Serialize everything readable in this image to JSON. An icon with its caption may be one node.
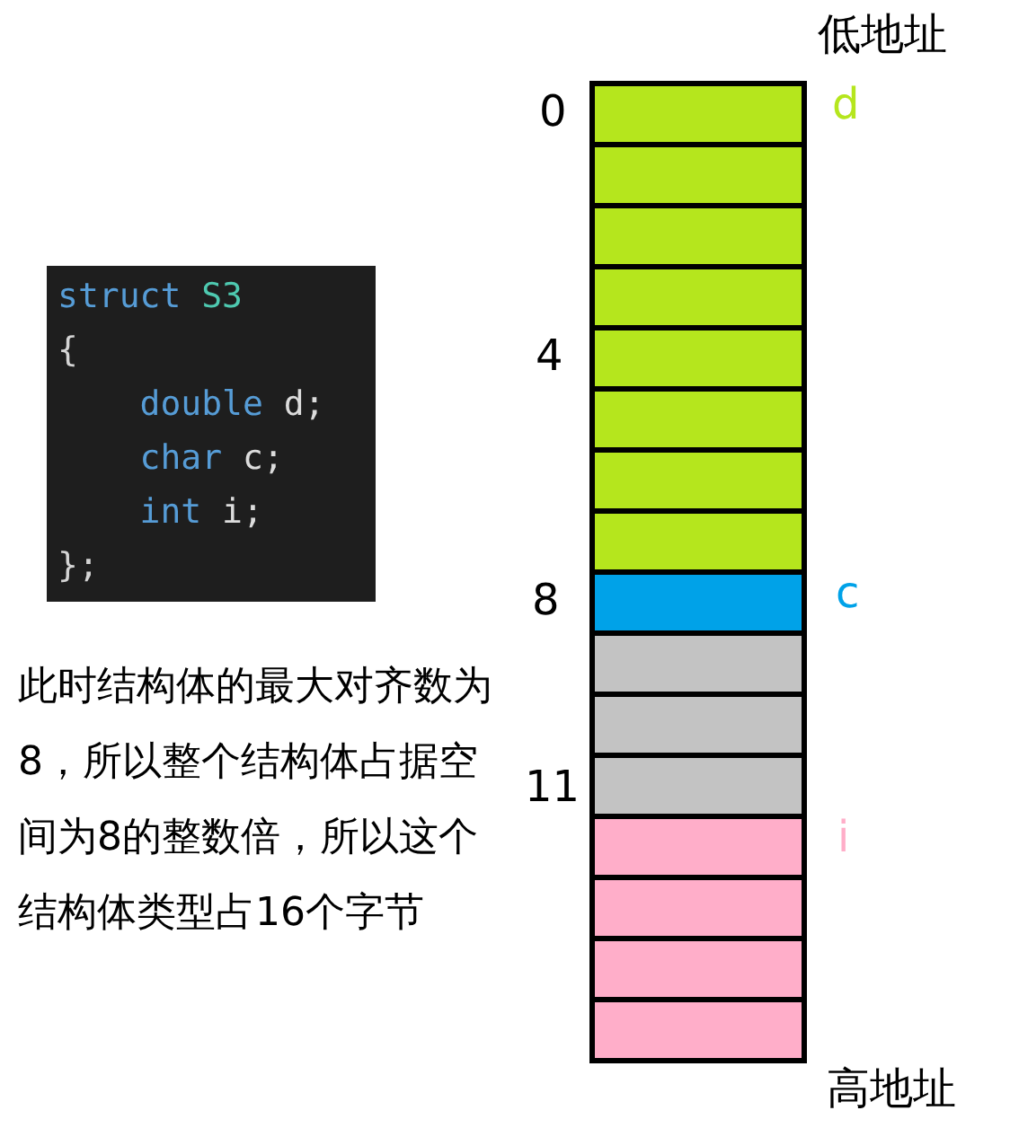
{
  "diagram": {
    "nodes": [
      {
        "text": [
          "struct S3",
          "{",
          "double d;",
          "char c;",
          "int i;",
          "};"
        ]
      },
      {
        "text": [],
        "shape": "box"
      },
      {
        "text": [],
        "shape": "box"
      },
      {
        "text": [],
        "shape": "box"
      },
      {
        "text": [],
        "shape": "box"
      },
      {
        "text": [],
        "shape": "box"
      },
      {
        "text": [],
        "shape": "box"
      },
      {
        "text": [],
        "shape": "box"
      },
      {
        "text": [],
        "shape": "box"
      },
      {
        "text": [],
        "shape": "box"
      },
      {
        "text": [],
        "shape": "box"
      },
      {
        "text": [],
        "shape": "box"
      },
      {
        "text": [],
        "shape": "box"
      },
      {
        "text": [],
        "shape": "box"
      },
      {
        "text": [],
        "shape": "box"
      },
      {
        "text": [],
        "shape": "box"
      },
      {
        "text": [],
        "shape": "box"
      }
    ],
    "labels": [
      "低地址",
      "0",
      "d",
      "4",
      "8",
      "c",
      "此时结构体的最大对齐数为8，所以整个结构体占据空间为8的整数倍，所以这个结构体类型占16个字节",
      "11",
      "i",
      "高地址"
    ]
  }
}
